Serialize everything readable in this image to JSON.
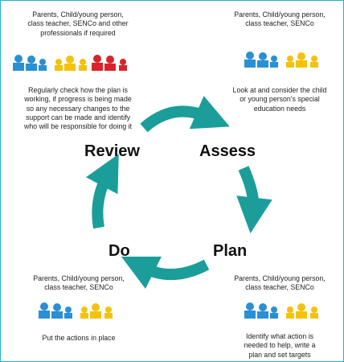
{
  "colors": {
    "teal": "#1b9e9a",
    "blue": "#2a8fd4",
    "yellow": "#f4c20d",
    "red": "#d9232a",
    "border": "#22b3cf"
  },
  "cycle": {
    "review": "Review",
    "assess": "Assess",
    "plan": "Plan",
    "do": "Do"
  },
  "review_panel": {
    "people": [
      "Parents, Child/young person,",
      "class teacher, SENCo and other",
      "professionals if required"
    ],
    "description": [
      "Regularly check how the plan is",
      "working, if progress is being made",
      "so any necessary changes to the",
      "support can be made and identify",
      "who will be responsible for doing it"
    ],
    "icons": [
      "family-blue-icon",
      "family-yellow-icon",
      "family-red-icon"
    ]
  },
  "assess_panel": {
    "people": [
      "Parents, Child/young person,",
      "class teacher, SENCo"
    ],
    "description": [
      "Look at and consider the child",
      "or young person's special",
      "education needs"
    ],
    "icons": [
      "family-blue-icon",
      "family-yellow-icon"
    ]
  },
  "do_panel": {
    "people": [
      "Parents, Child/young person,",
      "class teacher, SENCo"
    ],
    "description": [
      "Put the actions in place"
    ],
    "icons": [
      "family-blue-icon",
      "family-yellow-icon"
    ]
  },
  "plan_panel": {
    "people": [
      "Parents, Child/young person,",
      "class teacher, SENCo"
    ],
    "description": [
      "Identify what action is",
      "needed to help, write a",
      "plan and set targets"
    ],
    "icons": [
      "family-blue-icon",
      "family-yellow-icon"
    ]
  }
}
